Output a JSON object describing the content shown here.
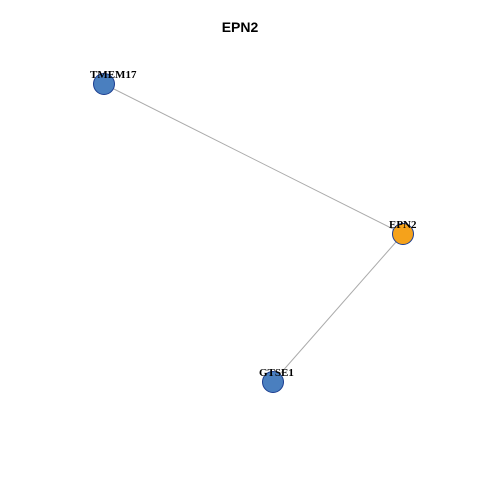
{
  "title": "EPN2",
  "colors": {
    "edge": "#aaaaaa",
    "center_node_fill": "#f5a21b",
    "neighbor_node_fill": "#4a7fbf",
    "node_stroke": "#1a3c8f"
  },
  "nodes": [
    {
      "id": "TMEM17",
      "label": "TMEM17",
      "role": "neighbor"
    },
    {
      "id": "EPN2",
      "label": "EPN2",
      "role": "center"
    },
    {
      "id": "GTSE1",
      "label": "GTSE1",
      "role": "neighbor"
    }
  ],
  "edges": [
    {
      "source": "TMEM17",
      "target": "EPN2"
    },
    {
      "source": "EPN2",
      "target": "GTSE1"
    }
  ]
}
